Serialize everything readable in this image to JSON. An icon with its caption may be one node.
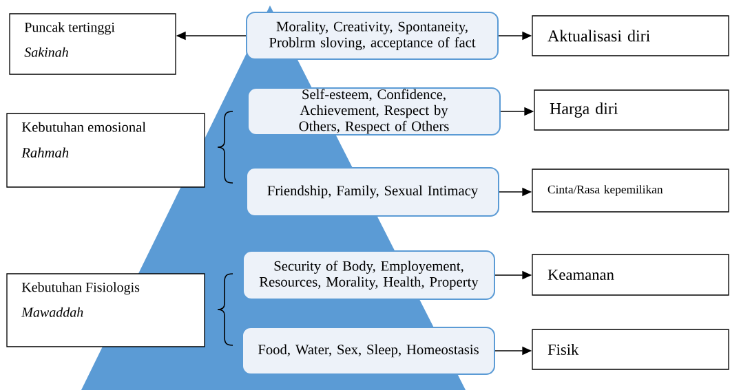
{
  "diagram": {
    "nodes": [
      {
        "text": [
          "Puncak tertinggi",
          "Sakinah"
        ]
      },
      {
        "text": [
          "Kebutuhan emosional",
          "Rahmah"
        ]
      },
      {
        "text": [
          "Kebutuhan Fisiologis",
          "Mawaddah"
        ]
      },
      {
        "text": [
          "Morality, Creativity, Spontaneity, Problrm sloving, acceptance of fact"
        ]
      },
      {
        "text": [
          "Self-esteem, Confidence, Achievement, Respect by Others, Respect of Others"
        ]
      },
      {
        "text": [
          "Friendship, Family, Sexual Intimacy"
        ]
      },
      {
        "text": [
          "Security of Body, Employement, Resources, Morality, Health, Property"
        ]
      },
      {
        "text": [
          "Food, Water, Sex, Sleep, Homeostasis"
        ]
      },
      {
        "text": [
          "Aktualisasi diri"
        ]
      },
      {
        "text": [
          "Harga diri"
        ]
      },
      {
        "text": [
          "Cinta/Rasa kepemilikan"
        ]
      },
      {
        "text": [
          "Keamanan"
        ]
      },
      {
        "text": [
          "Fisik"
        ]
      }
    ],
    "edges": [
      {
        "from": 3,
        "to": 0,
        "arrow": "to"
      },
      {
        "from": 3,
        "to": 8,
        "arrow": "to"
      },
      {
        "from": 4,
        "to": 9,
        "arrow": "to"
      },
      {
        "from": 5,
        "to": 10,
        "arrow": "to"
      },
      {
        "from": 6,
        "to": 11,
        "arrow": "to"
      },
      {
        "from": 7,
        "to": 12,
        "arrow": "to"
      }
    ]
  }
}
